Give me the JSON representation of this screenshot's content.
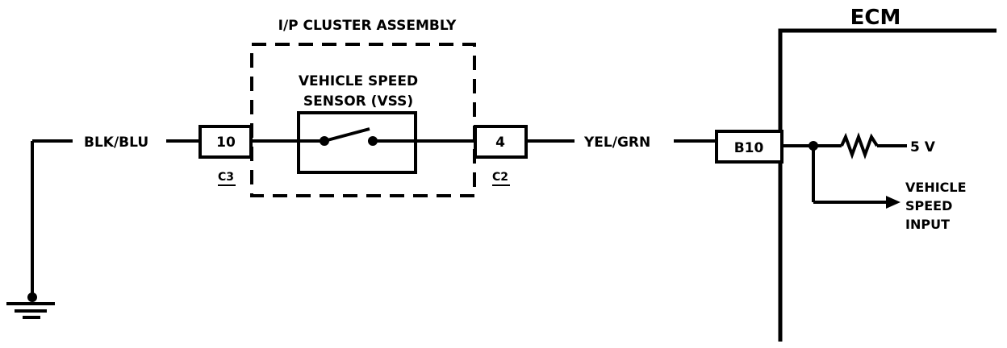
{
  "labels": {
    "cluster_title": "I/P CLUSTER ASSEMBLY",
    "sensor_line1": "VEHICLE SPEED",
    "sensor_line2": "SENSOR (VSS)",
    "ecm": "ECM",
    "wire_left": "BLK/BLU",
    "wire_right": "YEL/GRN",
    "pin_left": "10",
    "pin_right": "4",
    "connector_left": "C3",
    "connector_right": "C2",
    "ecm_pin": "B10",
    "voltage": "5 V",
    "input_line1": "VEHICLE",
    "input_line2": "SPEED",
    "input_line3": "INPUT"
  }
}
